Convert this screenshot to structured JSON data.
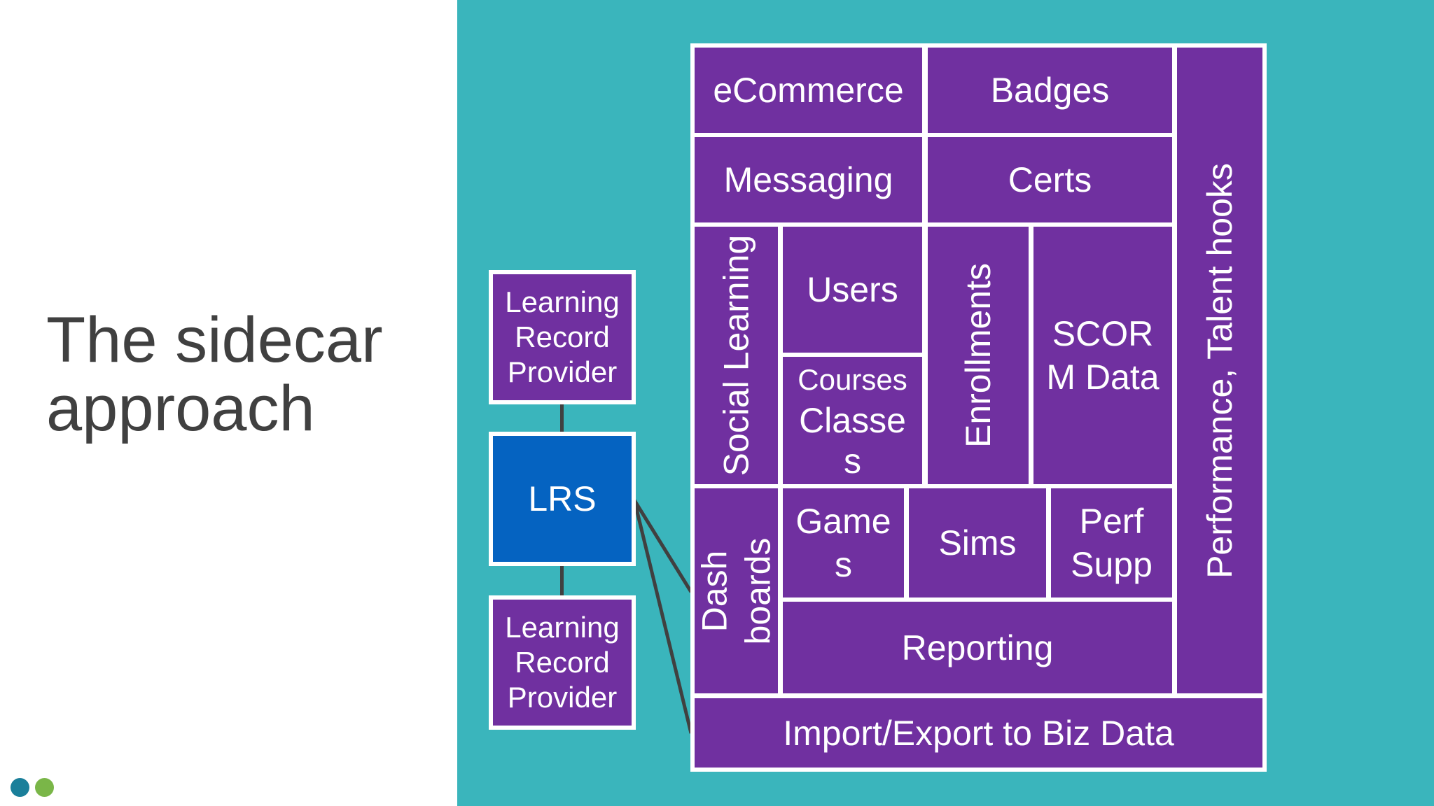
{
  "slide": {
    "title_line1": "The sidecar",
    "title_line2": "approach"
  },
  "providers": {
    "top": [
      "Learning",
      "Record",
      "Provider"
    ],
    "bottom": [
      "Learning",
      "Record",
      "Provider"
    ]
  },
  "lrs": "LRS",
  "blocks": {
    "ecommerce": "eCommerce",
    "badges": "Badges",
    "messaging": "Messaging",
    "certs": "Certs",
    "social_learning": "Social Learning",
    "users": "Users",
    "courses_classes": [
      "Courses",
      "Classe",
      "s"
    ],
    "enrollments": "Enrollments",
    "scorm_data": [
      "SCOR",
      "M Data"
    ],
    "performance_talent": "Performance, Talent hooks",
    "dashboards": [
      "Dash",
      "boards"
    ],
    "games": [
      "Game",
      "s"
    ],
    "sims": "Sims",
    "perf_supp": [
      "Perf",
      "Supp"
    ],
    "reporting": "Reporting",
    "import_export": "Import/Export to Biz Data"
  },
  "colors": {
    "teal_background": "#3ab5bc",
    "purple_block": "#7030a0",
    "blue_block": "#0563c1",
    "title_text": "#404040",
    "dot_teal": "#1a7f9a",
    "dot_green": "#7ab648"
  }
}
